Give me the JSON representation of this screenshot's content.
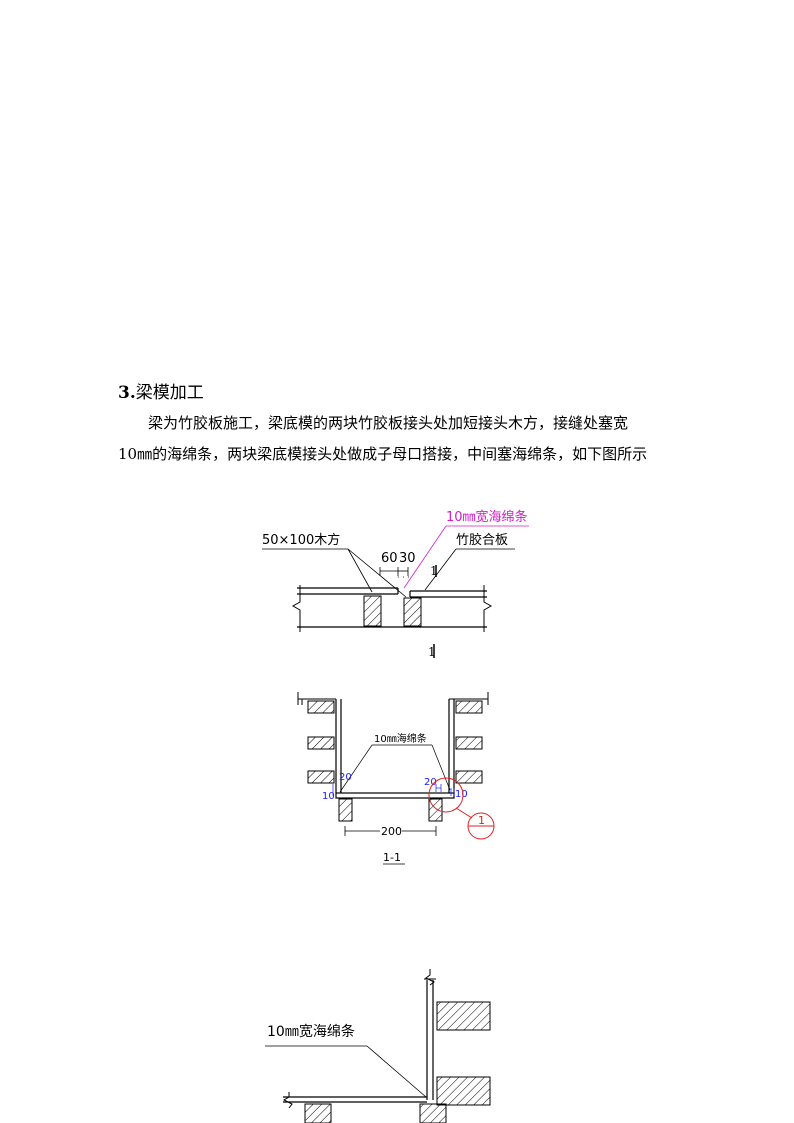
{
  "section": {
    "number": "3",
    "title": "梁模加工"
  },
  "paragraph": {
    "line1": "梁为竹胶板施工，梁底模的两块竹胶板接头处加短接头木方，接缝处塞宽",
    "line2": "10㎜的海绵条，两块梁底模接头处做成子母口搭接，中间塞海绵条，如下图所示"
  },
  "figure1": {
    "label_sponge": "10㎜宽海绵条",
    "label_timber": "50×100木方",
    "label_board": "竹胶合板",
    "dim_left": "60",
    "dim_right": "30",
    "section_mark_top": "1",
    "section_mark_bottom": "1"
  },
  "figure2": {
    "label_sponge": "10㎜海绵条",
    "dim_20_left": "20",
    "dim_10_left": "10",
    "dim_20_right": "20",
    "dim_10_right": "10",
    "dim_width": "200",
    "detail_ref": "1",
    "caption": "1-1"
  },
  "figure3": {
    "label_sponge": "10㎜宽海绵条"
  }
}
